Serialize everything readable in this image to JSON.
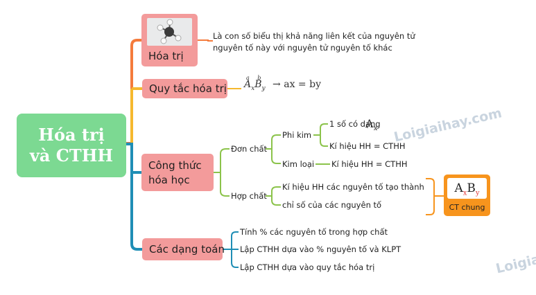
{
  "root": {
    "line1": "Hóa trị",
    "line2": "và CTHH"
  },
  "branches": {
    "hoa_tri": {
      "label": "Hóa trị",
      "definition_line1": "Là con số biểu thị khả năng liên kết của nguyên tử",
      "definition_line2": "nguyên tố này với nguyên tử nguyên tố khác"
    },
    "quy_tac": {
      "label": "Quy tắc hóa trị",
      "formula": {
        "a": "a",
        "b": "b",
        "A": "A",
        "x": "x",
        "B": "B",
        "y": "y",
        "rest": "→  ax  =  by"
      }
    },
    "cong_thuc": {
      "label_line1": "Công thức",
      "label_line2": "hóa học",
      "don_chat": "Đơn chất",
      "phi_kim": "Phi kim",
      "mot_so": "1 số có dạng",
      "ax_A": "A",
      "ax_x": "x",
      "ki_hieu_phi_kim": "Kí hiệu HH = CTHH",
      "kim_loai": "Kim loại",
      "ki_hieu_kim_loai": "Kí hiệu HH = CTHH",
      "hop_chat": "Hợp chất",
      "hop_chat_item1": "Kí hiệu HH các nguyên tố tạo thành",
      "hop_chat_item2": "chỉ số của các nguyên tố",
      "ct_chung": {
        "A": "A",
        "x": "x",
        "B": "B",
        "y": "y",
        "label": "CT chung"
      }
    },
    "dang_toan": {
      "label": "Các dạng toán",
      "items": [
        "Tính % các nguyên tố trong hợp chất",
        "Lập CTHH dựa vào % nguyên tố và KLPT",
        "Lập CTHH dựa vào quy tắc hóa trị"
      ]
    }
  },
  "watermarks": [
    "Loigiaihay.com",
    "Loigiai"
  ],
  "colors": {
    "root": "#7cd992",
    "node": "#f39b9b",
    "orange": "#f47b3c",
    "yellow": "#f5b82e",
    "blue": "#1f8eb5",
    "green": "#8bc34a",
    "ct_box": "#f7941d"
  }
}
